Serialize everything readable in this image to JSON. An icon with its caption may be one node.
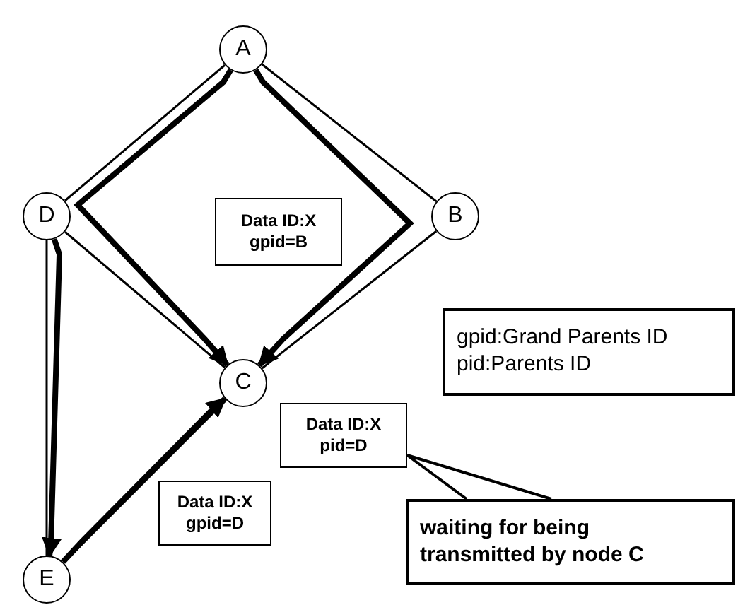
{
  "diagram": {
    "nodes": [
      {
        "text": [
          "A"
        ]
      },
      {
        "text": [
          "D"
        ]
      },
      {
        "text": [
          "B"
        ]
      },
      {
        "text": [
          "Data ID:X",
          "gpid=B"
        ]
      },
      {
        "text": [
          "gpid:Grand Parents ID",
          "pid:Parents ID"
        ]
      },
      {
        "text": [
          "C"
        ]
      },
      {
        "text": [
          "Data ID:X",
          "pid=D"
        ]
      },
      {
        "text": [
          "Data ID:X",
          "gpid=D"
        ]
      },
      {
        "text": [
          "waiting for being transmitted by node C"
        ]
      },
      {
        "text": [
          "E"
        ]
      }
    ],
    "edges": [
      {
        "from": 0,
        "to": 1,
        "arrow": "none"
      },
      {
        "from": 0,
        "to": 2,
        "arrow": "none"
      },
      {
        "from": 1,
        "to": 5,
        "arrow": "none"
      },
      {
        "from": 2,
        "to": 5,
        "arrow": "none"
      },
      {
        "from": 1,
        "to": 9,
        "arrow": "none"
      },
      {
        "from": 9,
        "to": 5,
        "arrow": "none"
      },
      {
        "from": 0,
        "to": 5,
        "arrow": "to",
        "style": "thick"
      },
      {
        "from": 0,
        "to": 5,
        "arrow": "to",
        "style": "thick"
      },
      {
        "from": 1,
        "to": 9,
        "arrow": "to",
        "style": "thick"
      },
      {
        "from": 9,
        "to": 5,
        "arrow": "to",
        "style": "thick"
      },
      {
        "from": 8,
        "to": 6,
        "arrow": "none"
      }
    ]
  }
}
